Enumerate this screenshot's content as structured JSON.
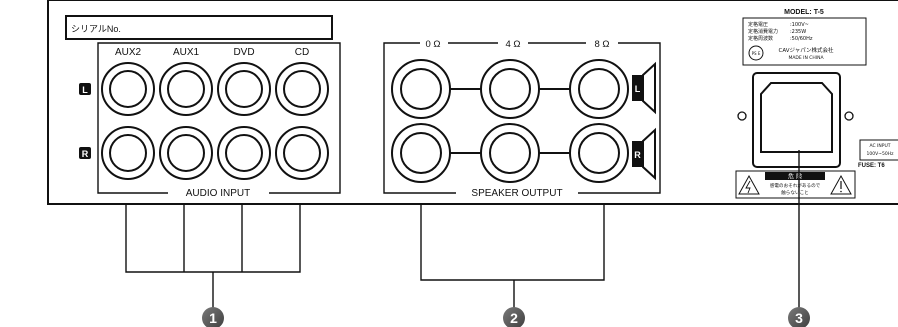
{
  "serial_label": "シリアルNo.",
  "audio_input": {
    "title": "AUDIO INPUT",
    "channels": [
      "AUX2",
      "AUX1",
      "DVD",
      "CD"
    ],
    "left_marker": "L",
    "right_marker": "R"
  },
  "speaker_output": {
    "title": "SPEAKER OUTPUT",
    "impedances": [
      "0 Ω",
      "4 Ω",
      "8 Ω"
    ],
    "left_marker": "L",
    "right_marker": "R"
  },
  "rating_plate": {
    "model": "MODEL: T-5",
    "rows": [
      {
        "key": "定格電圧",
        "value": ":100V~"
      },
      {
        "key": "定格消費電力",
        "value": ":235W"
      },
      {
        "key": "定格周波数",
        "value": ":50/60Hz"
      }
    ],
    "pse_mark": "PS E",
    "company": "CAVジャパン株式会社",
    "made_in": "MADE IN CHINA"
  },
  "warning": {
    "title": "危 険",
    "line1": "感電のおそれがあるので",
    "line2": "触らないこと"
  },
  "side_label": {
    "line1": "AC INPUT",
    "line2": "100V~50Hz",
    "fuse": "FUSE: T6"
  },
  "callouts": [
    "1",
    "2",
    "3"
  ],
  "colors": {
    "ink": "#111111",
    "callout": "#555555",
    "panel": "#ffffff"
  }
}
